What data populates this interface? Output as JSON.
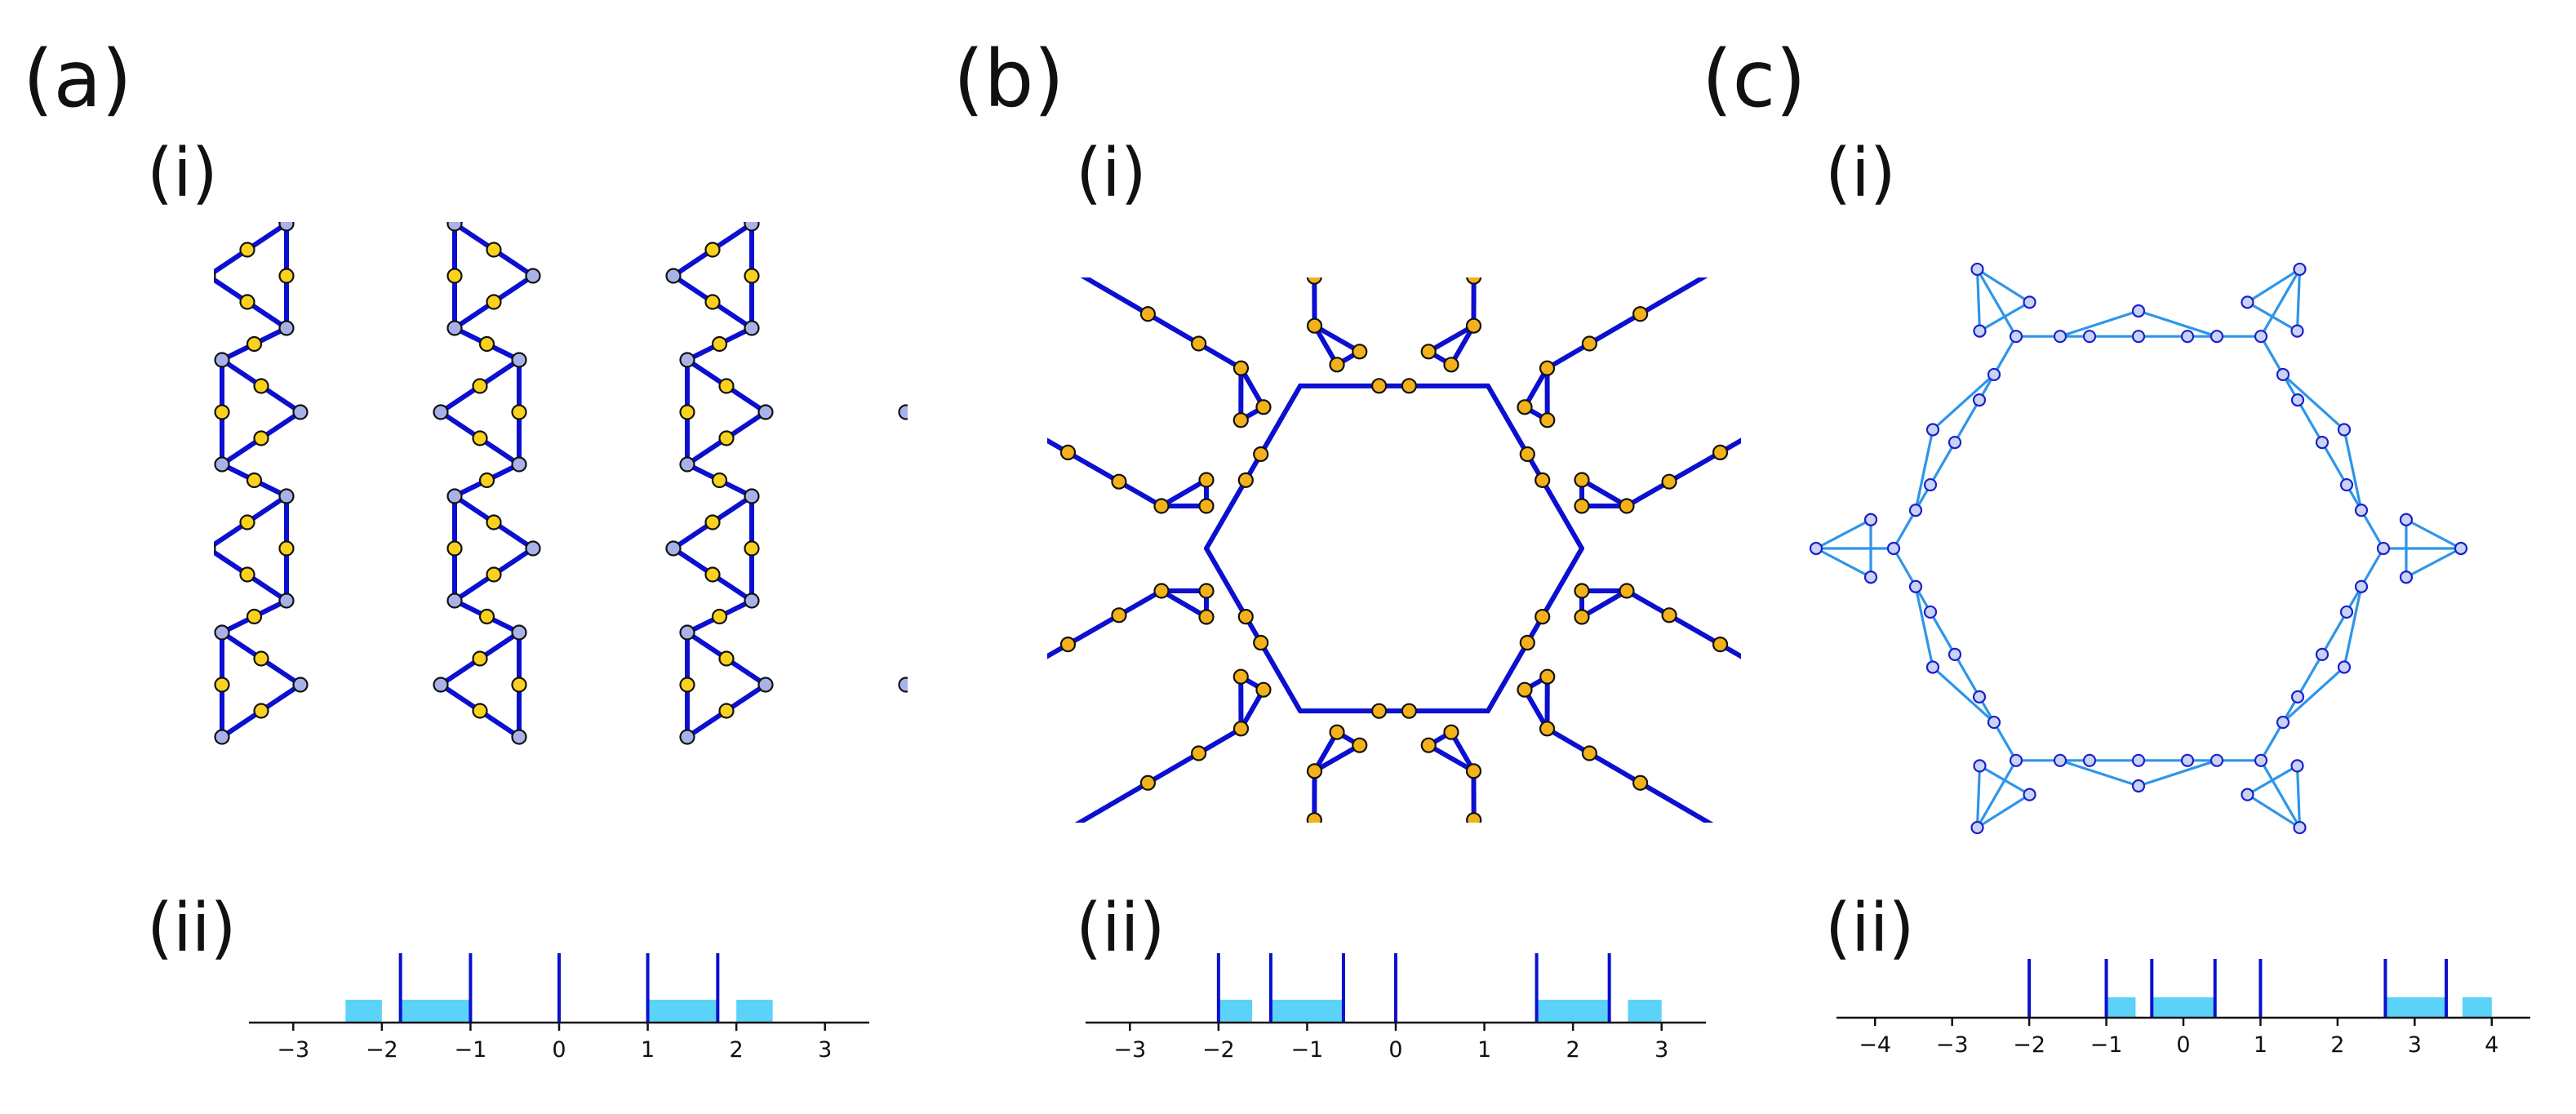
{
  "panels": [
    {
      "label": "(a)",
      "network_label": "(i)",
      "spectrum_label": "(ii)",
      "chart_data": {
        "type": "spectrum",
        "xlim": [
          -3.5,
          3.5
        ],
        "ticks": [
          -3,
          -2,
          -1,
          0,
          1,
          2,
          3
        ],
        "tick_labels": [
          "−3",
          "−2",
          "−1",
          "0",
          "1",
          "2",
          "3"
        ],
        "bands": [
          [
            -2.41,
            -2.0
          ],
          [
            -1.79,
            -1.0
          ],
          [
            1.0,
            1.79
          ],
          [
            2.0,
            2.41
          ]
        ],
        "flat_bands": [
          -1.79,
          -1.0,
          0,
          1.0,
          1.79
        ]
      }
    },
    {
      "label": "(b)",
      "network_label": "(i)",
      "spectrum_label": "(ii)",
      "chart_data": {
        "type": "spectrum",
        "xlim": [
          -3.5,
          3.5
        ],
        "ticks": [
          -3,
          -2,
          -1,
          0,
          1,
          2,
          3
        ],
        "tick_labels": [
          "−3",
          "−2",
          "−1",
          "0",
          "1",
          "2",
          "3"
        ],
        "bands": [
          [
            -2.0,
            -1.62
          ],
          [
            -1.41,
            -0.59
          ],
          [
            1.59,
            2.41
          ],
          [
            2.62,
            3.0
          ]
        ],
        "flat_bands": [
          -2.0,
          -1.41,
          -0.59,
          0,
          1.59,
          2.41
        ]
      }
    },
    {
      "label": "(c)",
      "network_label": "(i)",
      "spectrum_label": "(ii)",
      "chart_data": {
        "type": "spectrum",
        "xlim": [
          -4.5,
          4.5
        ],
        "ticks": [
          -4,
          -3,
          -2,
          -1,
          0,
          1,
          2,
          3,
          4
        ],
        "tick_labels": [
          "−4",
          "−3",
          "−2",
          "−1",
          "0",
          "1",
          "2",
          "3",
          "4"
        ],
        "bands": [
          [
            -1.0,
            -0.62
          ],
          [
            -0.41,
            0.41
          ],
          [
            2.62,
            3.41
          ],
          [
            3.62,
            4.0
          ]
        ],
        "flat_bands": [
          -2.0,
          -1.0,
          -0.41,
          0.41,
          1.0,
          2.62,
          3.41
        ]
      }
    }
  ],
  "colors": {
    "edge_dark": "#0b0fcf",
    "edge_light": "#2f95e9",
    "node_yellow": "#fbd11f",
    "node_orange": "#f3b11b",
    "node_lavender": "#a8b2e8",
    "node_light": "#c9d3f5",
    "band_fill": "#5bd2f8",
    "flat_band_line": "#0b0fcf",
    "axis": "#111111"
  },
  "icons": [
    "heptagonal-network",
    "hexagonal-network-dark",
    "hexagonal-network-light"
  ]
}
